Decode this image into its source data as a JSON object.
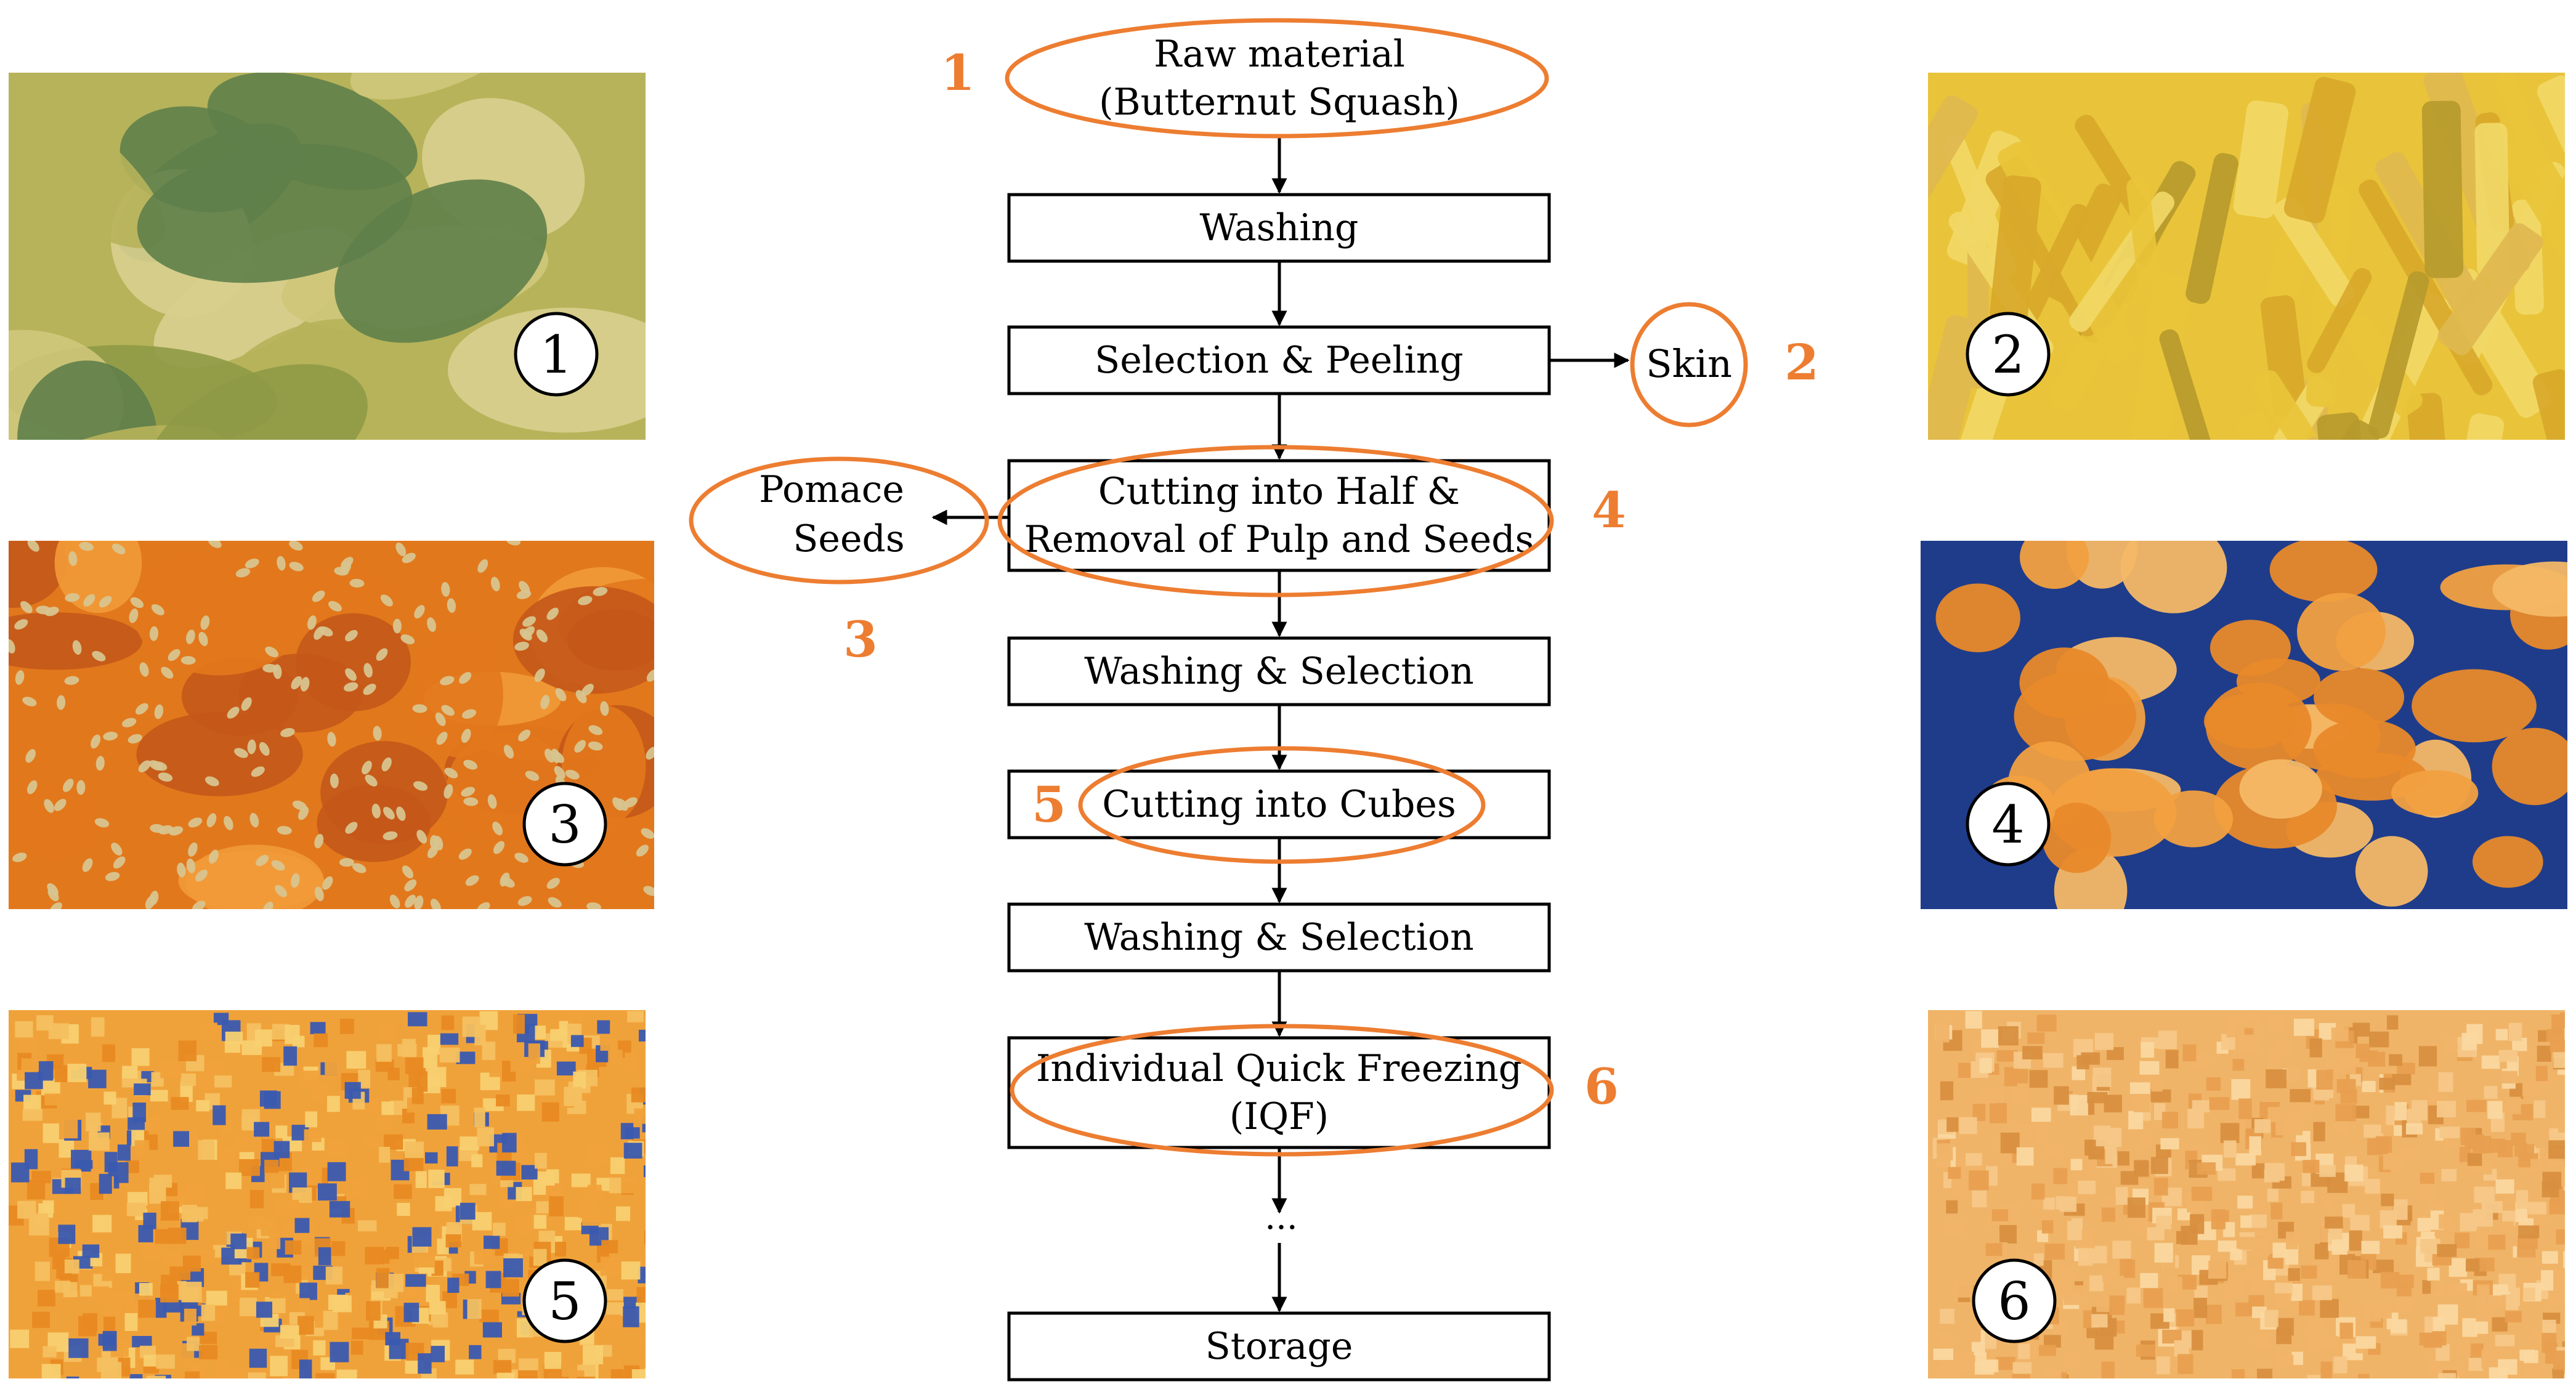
{
  "flowchart": {
    "steps": [
      {
        "id": "raw",
        "lines": [
          "Raw material",
          "(Butternut Squash)"
        ],
        "shape": "ellipse"
      },
      {
        "id": "washing",
        "lines": [
          "Washing"
        ]
      },
      {
        "id": "selection-peeling",
        "lines": [
          "Selection & Peeling"
        ]
      },
      {
        "id": "cutting-half",
        "lines": [
          "Cutting into Half &",
          "Removal of Pulp and Seeds"
        ]
      },
      {
        "id": "washing-selection-1",
        "lines": [
          "Washing & Selection"
        ]
      },
      {
        "id": "cutting-cubes",
        "lines": [
          "Cutting into Cubes"
        ]
      },
      {
        "id": "washing-selection-2",
        "lines": [
          "Washing & Selection"
        ]
      },
      {
        "id": "iqf",
        "lines": [
          "Individual Quick Freezing",
          "(IQF)"
        ]
      },
      {
        "id": "storage",
        "lines": [
          "Storage"
        ]
      }
    ],
    "ellipsis": "...",
    "byproducts": {
      "skin": "Skin",
      "pomace": "Pomace",
      "seeds": "Seeds"
    },
    "markers": [
      "1",
      "2",
      "3",
      "4",
      "5",
      "6"
    ]
  },
  "photos": [
    {
      "number": "1",
      "subject": "butternut squash whole",
      "palette": [
        "#b7b35a",
        "#8f9a46",
        "#cfc77a",
        "#5f7f4a",
        "#d8cf8e"
      ]
    },
    {
      "number": "2",
      "subject": "peeled skin",
      "palette": [
        "#e9c43a",
        "#d8a82a",
        "#f1d866",
        "#b69a2c",
        "#e0b850"
      ]
    },
    {
      "number": "3",
      "subject": "pomace with seeds",
      "palette": [
        "#e2781c",
        "#f29a38",
        "#c4581a",
        "#d8c48e",
        "#8a4a1a"
      ]
    },
    {
      "number": "4",
      "subject": "halved squash on conveyor",
      "palette": [
        "#f2a040",
        "#e8892a",
        "#1f3c8a",
        "#f4b866",
        "#2a4aa0"
      ]
    },
    {
      "number": "5",
      "subject": "cubes on conveyor",
      "palette": [
        "#f0a23a",
        "#f4c060",
        "#e88a22",
        "#f8d070",
        "#3a5ab0"
      ]
    },
    {
      "number": "6",
      "subject": "frozen cubes",
      "palette": [
        "#f0b468",
        "#e8a050",
        "#f6c888",
        "#d89040",
        "#fad8a0"
      ]
    }
  ],
  "colors": {
    "accent": "#ed7d31",
    "line": "#000000",
    "badge_bg": "#ffffff"
  }
}
